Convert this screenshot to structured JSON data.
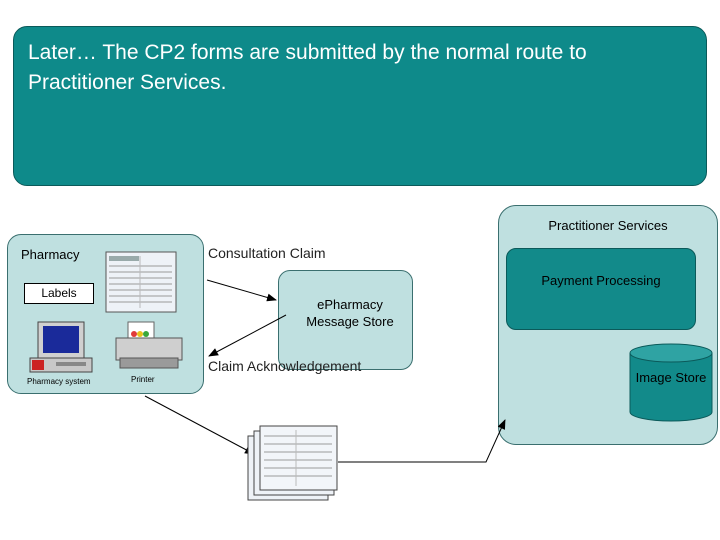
{
  "banner": {
    "text": "Later…  The CP2 forms are submitted by the normal route to Practitioner Services."
  },
  "practitioner_services": {
    "title": "Practitioner Services",
    "payment": "Payment Processing",
    "image_store": "Image Store"
  },
  "pharmacy": {
    "title": "Pharmacy",
    "labels": "Labels",
    "pc_caption": "Pharmacy system",
    "printer_caption": "Printer"
  },
  "message_store": {
    "label": "ePharmacy Message Store"
  },
  "flows": {
    "consultation": "Consultation Claim",
    "acknowledgement": "Claim Acknowledgement"
  },
  "colors": {
    "banner": "#0e8a8a",
    "panel": "#bfe0e0",
    "payment": "#128a8a"
  }
}
